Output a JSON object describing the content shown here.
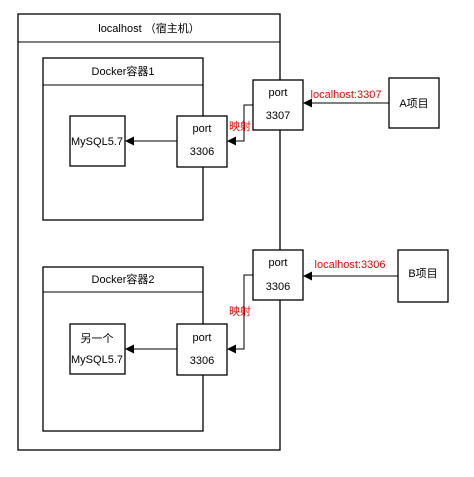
{
  "host": {
    "title": "localhost （宿主机）"
  },
  "container1": {
    "title": "Docker容器1",
    "mysql_label": "MySQL5.7",
    "port_label": "port",
    "port_value": "3306"
  },
  "container2": {
    "title": "Docker容器2",
    "mysql_line1": "另一个",
    "mysql_line2": "MySQL5.7",
    "port_label": "port",
    "port_value": "3306"
  },
  "host_port_a": {
    "label": "port",
    "value": "3307"
  },
  "host_port_b": {
    "label": "port",
    "value": "3306"
  },
  "mapping_label_top": "映射",
  "mapping_label_bottom": "映射",
  "project_a": {
    "label": "A项目",
    "link": "localhost:3307"
  },
  "project_b": {
    "label": "B项目",
    "link": "localhost:3306"
  },
  "colors": {
    "stroke": "#000000",
    "annotation": "#ff0000"
  }
}
